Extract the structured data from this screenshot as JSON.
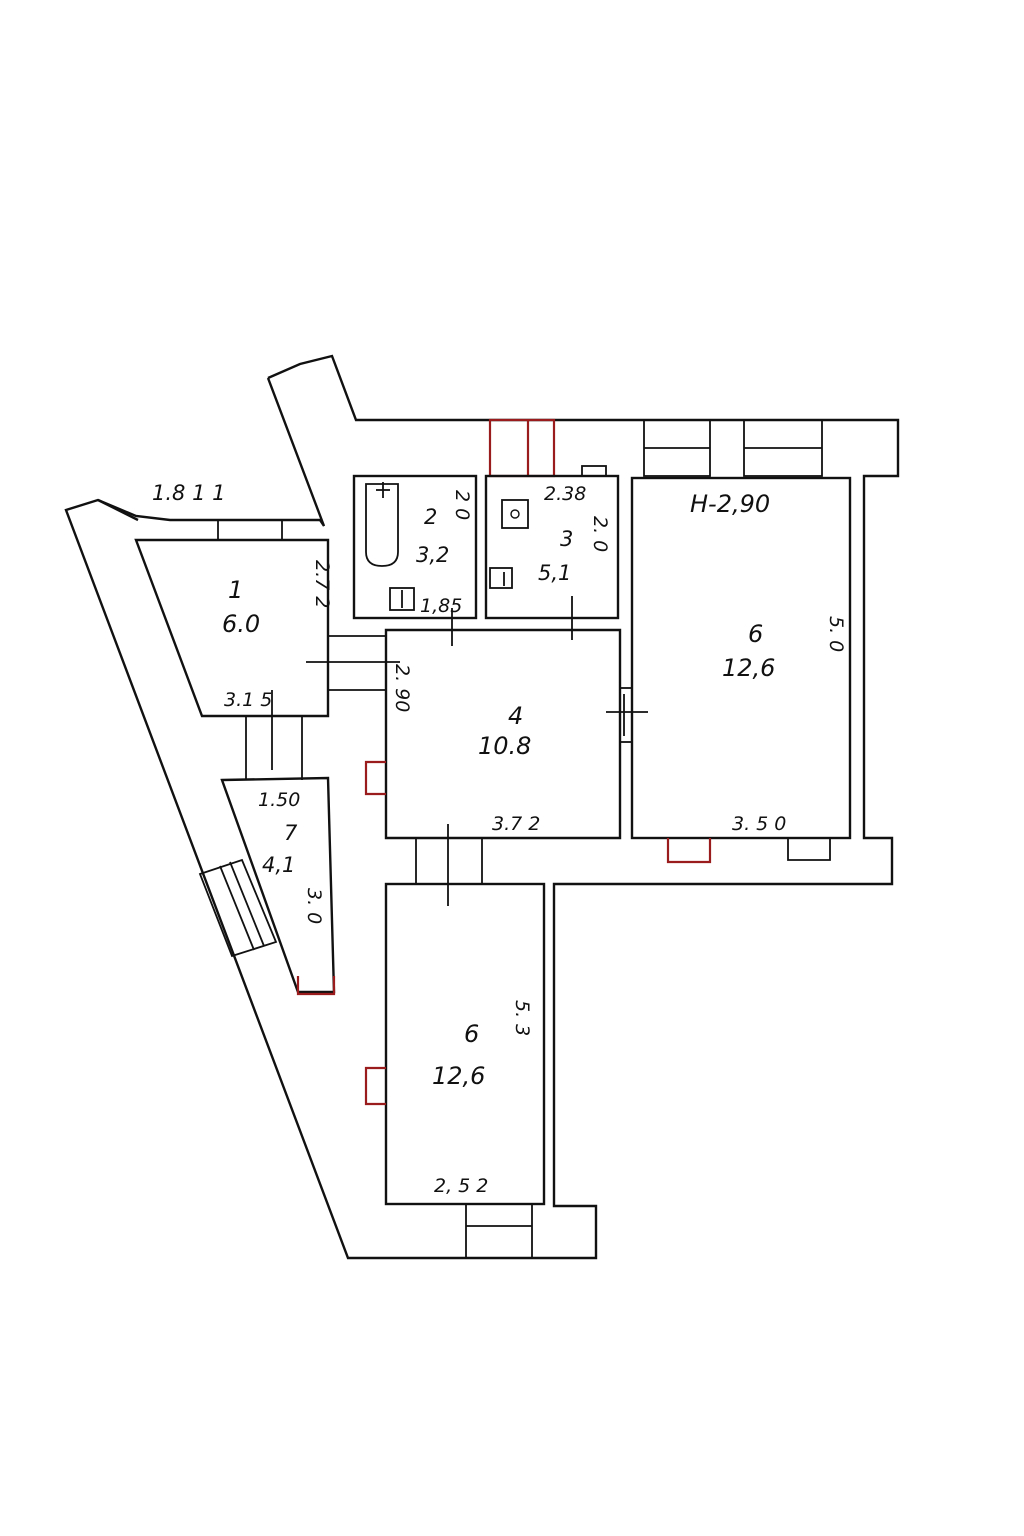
{
  "header": {
    "ceiling_height": "H-2,90"
  },
  "rooms": [
    {
      "number": "1",
      "area": "6.0",
      "labels": {
        "top": "1.8 1 1",
        "bottom": "3.1 5",
        "side": "2.7 2"
      }
    },
    {
      "number": "2",
      "area": "3,2",
      "labels": {
        "side": "2 0",
        "bottom": "1,85"
      }
    },
    {
      "number": "3",
      "area": "5,1",
      "labels": {
        "top": "2.38",
        "side": "2. 0"
      }
    },
    {
      "number": "4",
      "area": "10.8",
      "labels": {
        "side": "2. 90",
        "bottom": "3.7 2"
      }
    },
    {
      "number": "6",
      "area": "12,6",
      "labels": {
        "side": "5. 0",
        "bottom": "3. 5 0"
      }
    },
    {
      "number": "7",
      "area": "4,1",
      "labels": {
        "top": "1.50",
        "side": "3. 0"
      }
    },
    {
      "number": "6",
      "area": "12,6",
      "labels": {
        "side": "5. 3",
        "bottom": "2, 5 2"
      }
    }
  ]
}
